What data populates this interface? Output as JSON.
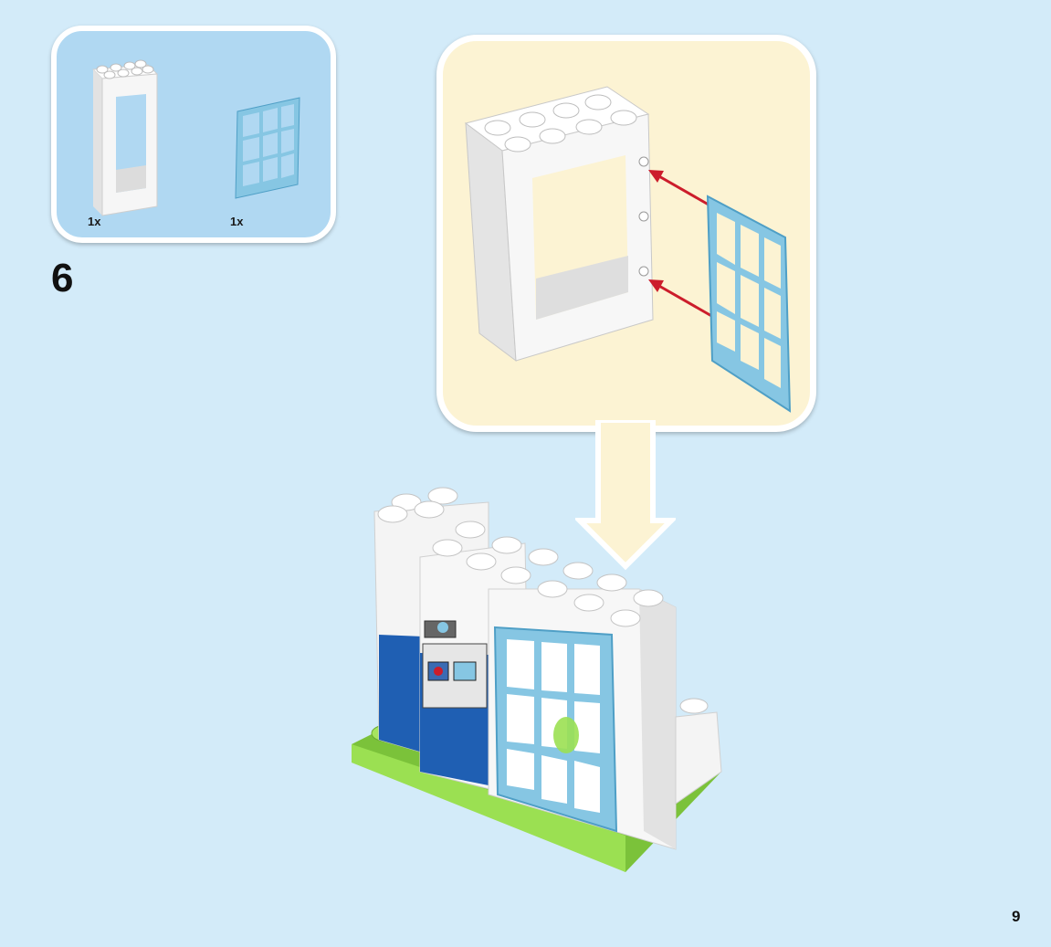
{
  "parts_callout": {
    "items": [
      {
        "name": "white-duplo-window-frame",
        "quantity": "1x"
      },
      {
        "name": "light-blue-window-grille",
        "quantity": "1x"
      }
    ]
  },
  "step": {
    "number": "6"
  },
  "page": {
    "number": "9"
  },
  "colors": {
    "background": "#d3ebf9",
    "parts_box": "#b0d8f2",
    "zoom_box": "#fcf3d3",
    "brick_white": "#f4f4f4",
    "window_blue": "#86c6e3",
    "base_green": "#8fd442",
    "wall_blue": "#1f5fb3",
    "arrow_red": "#cc1d2b"
  }
}
